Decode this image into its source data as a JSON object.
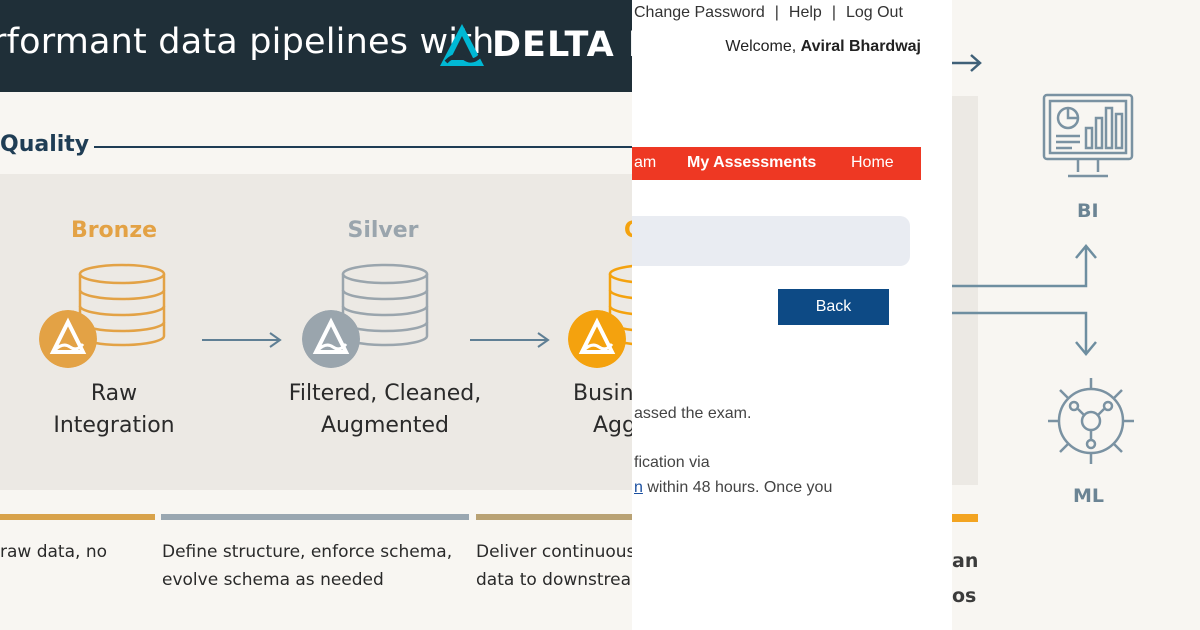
{
  "infographic": {
    "banner_title": "rformant data pipelines with",
    "logo_text": "DELTA LAKE",
    "section_heading": "Quality",
    "tiers": [
      {
        "name": "Bronze",
        "desc_line1": "Raw",
        "desc_line2": "Integration",
        "color": "#e3a245"
      },
      {
        "name": "Silver",
        "desc_line1": "Filtered, Cleaned,",
        "desc_line2": "Augmented",
        "color": "#9aa5ad"
      },
      {
        "name": "G",
        "desc_line1": "Busin",
        "desc_line2": "Agg",
        "color": "#f4a20e"
      }
    ],
    "bottom_bars": [
      {
        "color": "#d8a24a"
      },
      {
        "color": "#9aa7b1"
      },
      {
        "color": "#b9a274"
      }
    ],
    "bottom_texts": [
      {
        "line1": "raw data, no",
        "line2": ""
      },
      {
        "line1": "Define structure, enforce schema,",
        "line2": "evolve schema as needed"
      },
      {
        "line1": "Deliver continuous",
        "line2": "data to downstrea"
      }
    ]
  },
  "webapp": {
    "top_links": [
      "Change Password",
      "Help",
      "Log Out"
    ],
    "separator": "|",
    "welcome_prefix": "Welcome, ",
    "user_name": "Aviral Bhardwaj",
    "nav": {
      "exam": "am",
      "assessments": "My Assessments",
      "home": "Home"
    },
    "back_label": "Back",
    "messages": {
      "line1": "assed the exam.",
      "line2": "fication via",
      "line3_link": "n",
      "line3_rest": " within 48 hours. Once you"
    },
    "accent_color": "#ee3823",
    "button_color": "#0d4a85"
  },
  "diagram": {
    "bi_label": "BI",
    "ml_label": "ML",
    "frag_an": "an",
    "frag_os": "os"
  }
}
